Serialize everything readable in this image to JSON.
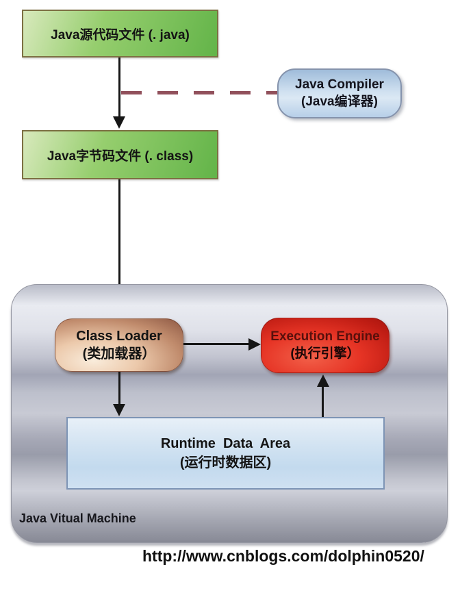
{
  "nodes": {
    "source_file": {
      "label": "Java源代码文件 (. java)"
    },
    "compiler": {
      "line1": "Java Compiler",
      "line2": "(Java编译器)"
    },
    "bytecode_file": {
      "label": "Java字节码文件 (. class)"
    },
    "class_loader": {
      "line1": "Class Loader",
      "line2": "(类加载器）"
    },
    "execution_engine": {
      "line1": "Execution Engine",
      "line2": "(执行引擎）"
    },
    "runtime_data_area": {
      "line1": "Runtime  Data  Area",
      "line2": "(运行时数据区)"
    },
    "jvm_container": {
      "label": "Java Vitual Machine"
    }
  },
  "footer": {
    "url": "http://www.cnblogs.com/dolphin0520/"
  },
  "colors": {
    "background": "#ffffff",
    "green_box_light": "#d8e9bc",
    "green_box_dark": "#63b449",
    "green_box_border": "#7c6f42",
    "compiler_fill_light": "#dbe8f4",
    "compiler_fill_dark": "#9fbcda",
    "compiler_border": "#8593ac",
    "dashed_connector": "#91505b",
    "arrow": "#161616",
    "jvm_metal_light": "#e9ebf1",
    "jvm_metal_dark": "#878995",
    "class_loader_light": "#f9ecdb",
    "class_loader_dark": "#8d5843",
    "execution_engine_light": "#f26049",
    "execution_engine_dark": "#a8140d",
    "runtime_fill": "#d4e4f2",
    "runtime_border": "#7d94b5"
  }
}
